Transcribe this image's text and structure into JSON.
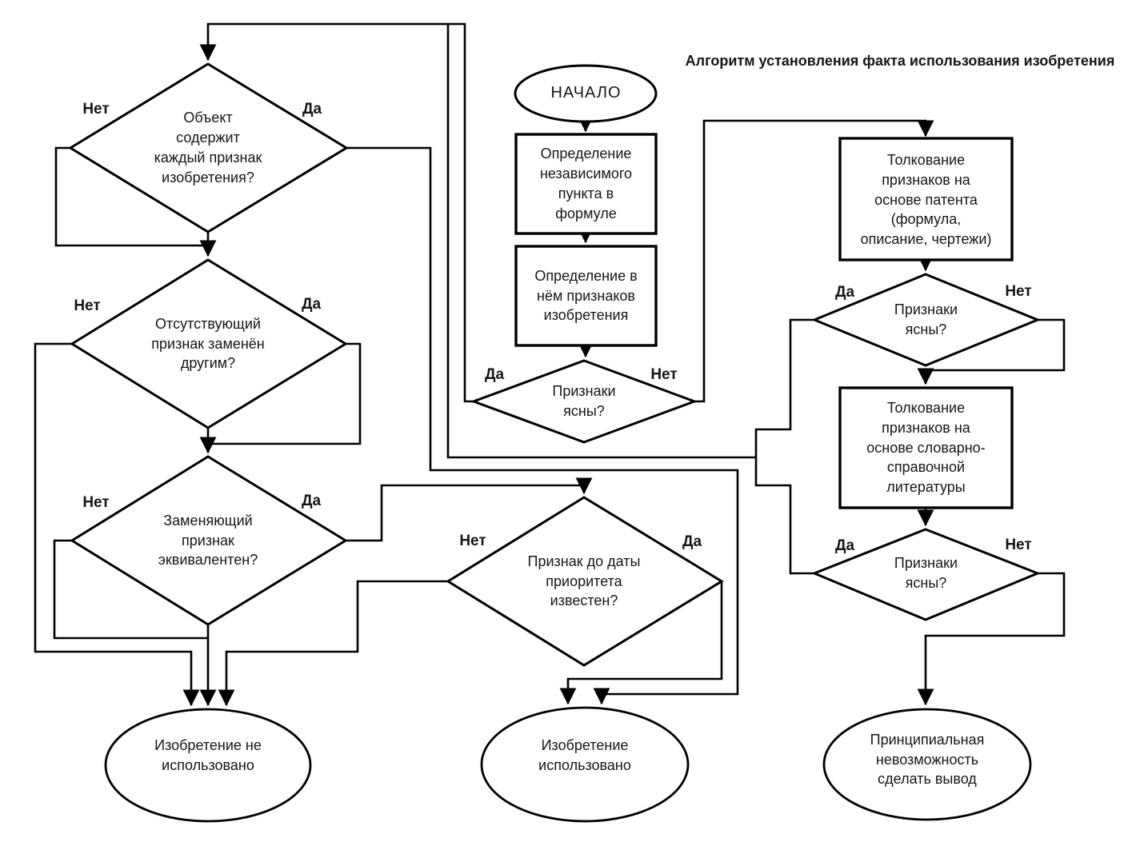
{
  "title": "Алгоритм установления факта использования изобретения",
  "labels": {
    "yes": "Да",
    "no": "Нет"
  },
  "colors": {
    "stroke": "#000000",
    "background": "#ffffff",
    "text": "#161616"
  },
  "nodes": {
    "start": {
      "type": "terminator",
      "text": "НАЧАЛО"
    },
    "define_claim": {
      "type": "process",
      "text": "Определение\nнезависимого\nпункта в\nформуле"
    },
    "define_features": {
      "type": "process",
      "text": "Определение в\nнём признаков\nизобретения"
    },
    "features_clear_main": {
      "type": "decision",
      "text": "Признаки\nясны?"
    },
    "object_contains": {
      "type": "decision",
      "text": "Объект\nсодержит\nкаждый признак\nизобретения?"
    },
    "missing_replaced": {
      "type": "decision",
      "text": "Отсутствующий\nпризнак заменён\nдругим?"
    },
    "replacing_equivalent": {
      "type": "decision",
      "text": "Заменяющий\nпризнак\nэквивалентен?"
    },
    "feature_known": {
      "type": "decision",
      "text": "Признак до даты\nприоритета\nизвестен?"
    },
    "interpret_patent": {
      "type": "process",
      "text": "Толкование\nпризнаков на\nоснове патента\n(формула,\nописание, чертежи)"
    },
    "features_clear_patent": {
      "type": "decision",
      "text": "Признаки\nясны?"
    },
    "interpret_dictionary": {
      "type": "process",
      "text": "Толкование\nпризнаков на\nоснове словарно-\nсправочной\nлитературы"
    },
    "features_clear_dictionary": {
      "type": "decision",
      "text": "Признаки\nясны?"
    },
    "not_used": {
      "type": "terminator",
      "text": "Изобретение не\nиспользовано"
    },
    "used": {
      "type": "terminator",
      "text": "Изобретение\nиспользовано"
    },
    "no_conclusion": {
      "type": "terminator",
      "text": "Принципиальная\nневозможность\nсделать вывод"
    }
  }
}
